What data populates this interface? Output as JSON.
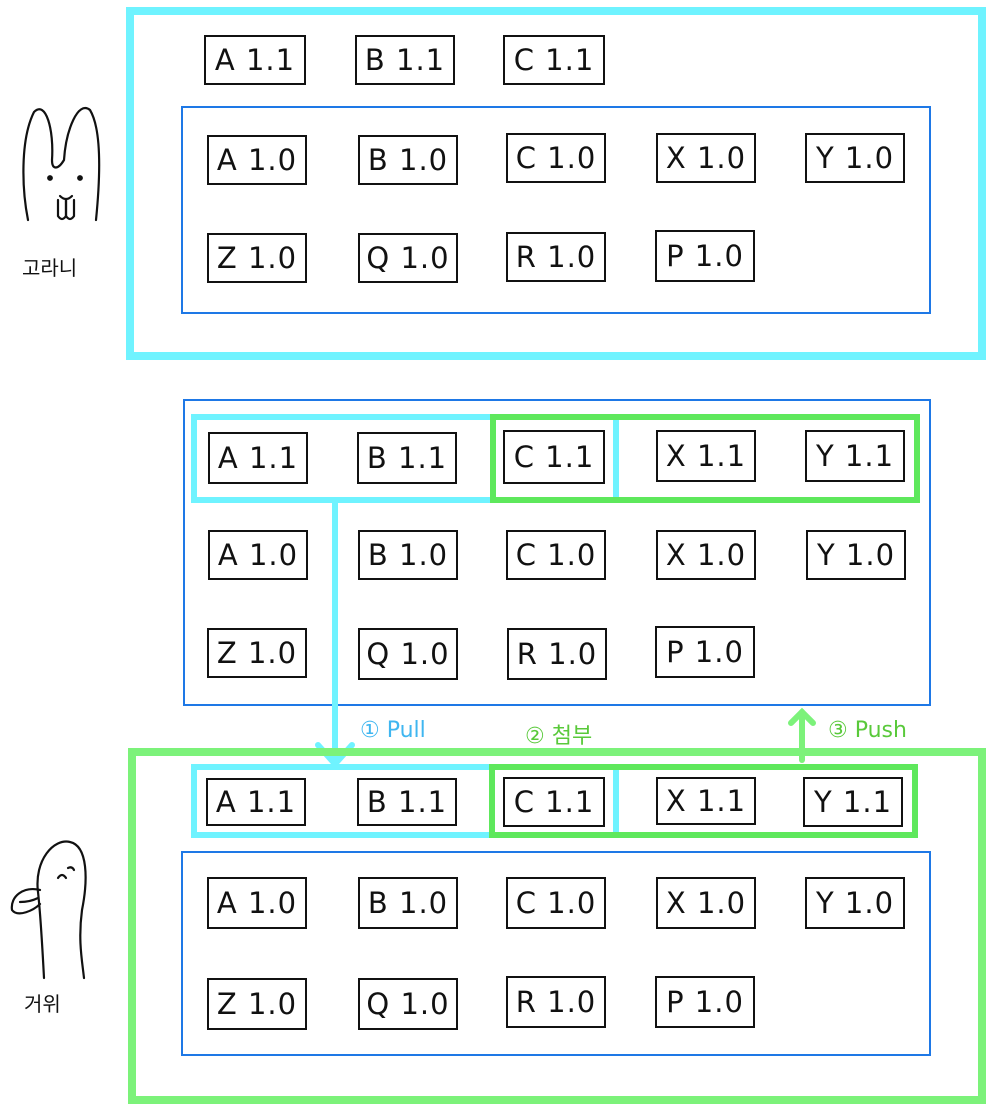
{
  "actors": {
    "top": {
      "name": "고라니"
    },
    "bottom": {
      "name": "거위"
    }
  },
  "panel_top": {
    "staged": [
      "A 1.1",
      "B 1.1",
      "C 1.1"
    ],
    "repo_row1": [
      "A 1.0",
      "B 1.0",
      "C 1.0",
      "X 1.0",
      "Y 1.0"
    ],
    "repo_row2": [
      "Z 1.0",
      "Q 1.0",
      "R 1.0",
      "P 1.0"
    ]
  },
  "panel_middle": {
    "row0": [
      "A 1.1",
      "B 1.1",
      "C 1.1",
      "X 1.1",
      "Y 1.1"
    ],
    "row1": [
      "A 1.0",
      "B 1.0",
      "C 1.0",
      "X 1.0",
      "Y 1.0"
    ],
    "row2": [
      "Z 1.0",
      "Q 1.0",
      "R 1.0",
      "P 1.0"
    ]
  },
  "panel_bottom": {
    "staged": [
      "A 1.1",
      "B 1.1",
      "C 1.1",
      "X 1.1",
      "Y 1.1"
    ],
    "repo_row1": [
      "A 1.0",
      "B 1.0",
      "C 1.0",
      "X 1.0",
      "Y 1.0"
    ],
    "repo_row2": [
      "Z 1.0",
      "Q 1.0",
      "R 1.0",
      "P 1.0"
    ]
  },
  "steps": {
    "pull": "① Pull",
    "attach": "② 첨부",
    "push": "③ Push"
  },
  "colors": {
    "cyan": "#6ff3ff",
    "green": "#7cf27a",
    "blue": "#1e78e6",
    "pull_text": "#3fb6f0",
    "green_text": "#59c93a"
  },
  "icons": {
    "top_actor": "rabbit-icon",
    "bottom_actor": "goose-icon",
    "pull_arrow": "arrow-down-icon",
    "push_arrow": "arrow-up-icon"
  }
}
